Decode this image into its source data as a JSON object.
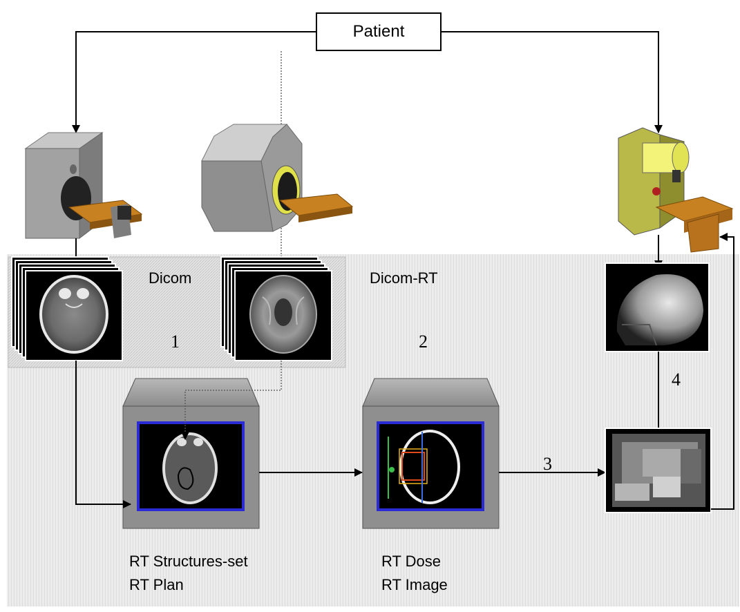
{
  "diagram": {
    "patient": "Patient",
    "region_dicom": "Dicom",
    "region_dicom_rt": "Dicom-RT",
    "step_1": "1",
    "step_2": "2",
    "step_3": "3",
    "step_4": "4",
    "workstation_1_caption": [
      "RT Structures-set",
      "RT Plan"
    ],
    "workstation_2_caption": [
      "RT Dose",
      "RT Image"
    ]
  },
  "colors": {
    "scanner_gray": "#9a9a9a",
    "table_orange": "#c87a14",
    "linac_olive": "#b9b94a",
    "linac_yellow": "#f2f27a",
    "screen_blue": "#2222cc",
    "hatch_background": "#e9e9e9"
  }
}
